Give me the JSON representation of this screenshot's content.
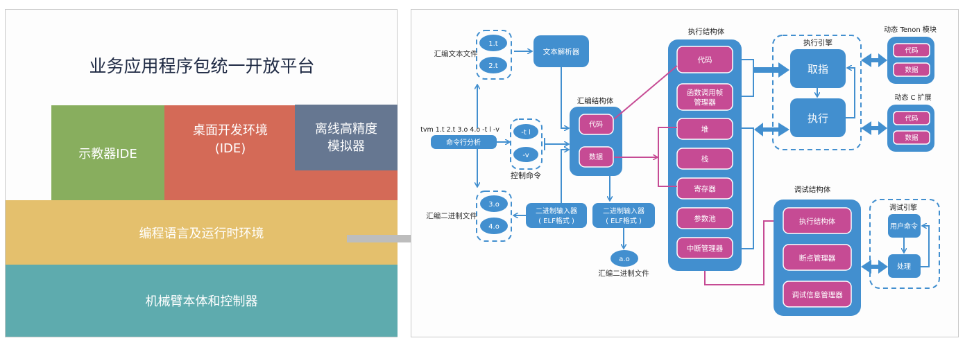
{
  "left": {
    "title": "业务应用程序包统一开放平台",
    "layers": {
      "teach_pendant_ide": "示教器IDE",
      "desktop_ide_line1": "桌面开发环境",
      "desktop_ide_line2": "(IDE)",
      "simulator_line1": "离线高精度",
      "simulator_line2": "模拟器",
      "runtime": "编程语言及运行时环境",
      "robot_controller": "机械臂本体和控制器"
    },
    "colors": {
      "green": "#88ae5e",
      "red": "#d46a57",
      "slate": "#667791",
      "yellow": "#e4c06d",
      "teal": "#5eabae"
    }
  },
  "right": {
    "colors": {
      "blue": "#428fcf",
      "magenta": "#c64b94",
      "arrow_gray": "#bdbdbd"
    },
    "asm_text_files": {
      "label": "汇编文本文件",
      "files": [
        "1.t",
        "2.t"
      ]
    },
    "text_parser": "文本解析器",
    "command_line": {
      "example": "tvm 1.t 2.t 3.o 4.o -t l -v",
      "analyzer": "命令行分析"
    },
    "control_commands": {
      "label": "控制命令",
      "items": [
        "-t l",
        "-v"
      ]
    },
    "asm_binary_files_in": {
      "label": "汇编二进制文件",
      "files": [
        "3.o",
        "4.o"
      ]
    },
    "binary_input_left": {
      "line1": "二进制输入器",
      "line2": "( ELF格式 )"
    },
    "binary_input_right": {
      "line1": "二进制输入器",
      "line2": "( ELF格式 )"
    },
    "asm_binary_file_out": {
      "file": "a.o",
      "label": "汇编二进制文件"
    },
    "asm_struct": {
      "title": "汇编结构体",
      "items": [
        "代码",
        "数据"
      ]
    },
    "exec_struct": {
      "title": "执行结构体",
      "items": [
        "代码",
        "函数调用帧\n管理器",
        "堆",
        "栈",
        "寄存器",
        "参数池",
        "中断管理器"
      ],
      "item_lines": [
        [
          "代码"
        ],
        [
          "函数调用帧",
          "管理器"
        ],
        [
          "堆"
        ],
        [
          "栈"
        ],
        [
          "寄存器"
        ],
        [
          "参数池"
        ],
        [
          "中断管理器"
        ]
      ]
    },
    "exec_engine": {
      "title": "执行引擎",
      "fetch": "取指",
      "execute": "执行"
    },
    "dyn_tenon": {
      "title": "动态 Tenon 模块",
      "items": [
        "代码",
        "数据"
      ]
    },
    "dyn_c": {
      "title": "动态 C 扩展",
      "items": [
        "代码",
        "数据"
      ]
    },
    "debug_struct": {
      "title": "调试结构体",
      "items": [
        "执行结构体",
        "断点管理器",
        "调试信息管理器"
      ]
    },
    "debug_engine": {
      "title": "调试引擎",
      "user_cmd": "用户命令",
      "process": "处理"
    }
  }
}
